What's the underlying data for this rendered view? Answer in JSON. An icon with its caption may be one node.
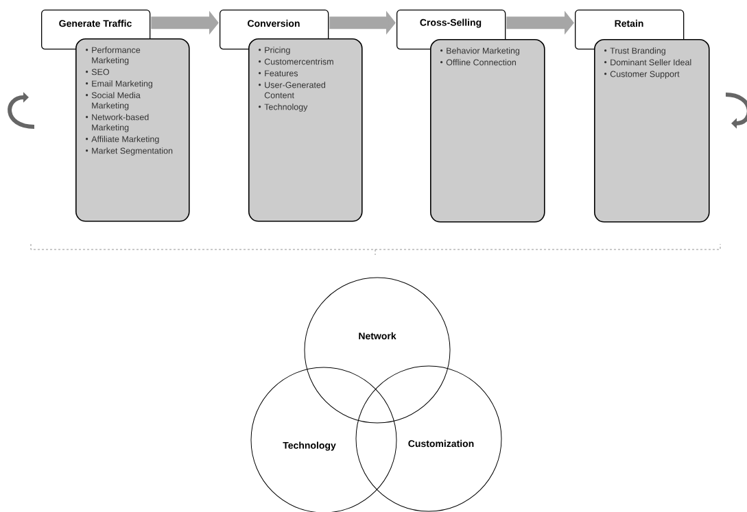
{
  "diagram": {
    "nodes": [
      {
        "text": [
          "Generate Traffic"
        ]
      },
      {
        "text": [
          "Performance Marketing",
          "SEO",
          "Email Marketing",
          "Social Media Marketing",
          "Network-based Marketing",
          "Affiliate Marketing",
          "Market Segmentation"
        ]
      },
      {
        "text": [
          "Conversion"
        ]
      },
      {
        "text": [
          "Pricing",
          "Customercentrism",
          "Features",
          "User-Generated Content",
          "Technology"
        ]
      },
      {
        "text": [
          "Cross-Selling"
        ]
      },
      {
        "text": [
          "Behavior Marketing",
          "Offline Connection"
        ]
      },
      {
        "text": [
          "Retain"
        ]
      },
      {
        "text": [
          "Trust Branding",
          "Dominant Seller Ideal",
          "Customer Support"
        ]
      },
      {
        "text": [
          "Network"
        ]
      },
      {
        "text": [
          "Technology"
        ]
      },
      {
        "text": [
          "Customization"
        ]
      }
    ],
    "edges": [
      {
        "from": 0,
        "to": 2,
        "arrow": "to"
      },
      {
        "from": 2,
        "to": 4,
        "arrow": "to"
      },
      {
        "from": 4,
        "to": 6,
        "arrow": "to"
      }
    ]
  }
}
